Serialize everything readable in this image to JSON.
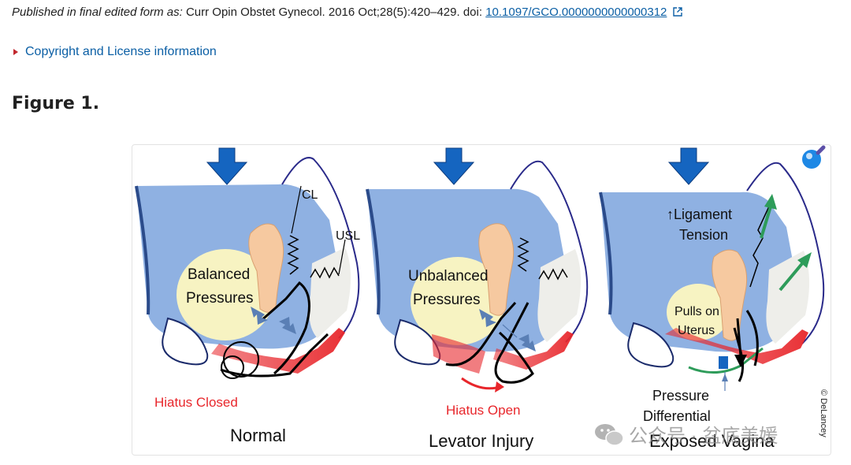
{
  "citation": {
    "prefix": "Published in final edited form as:",
    "source": "Curr Opin Obstet Gynecol. 2016 Oct;28(5):420–429. doi:",
    "doi": "10.1097/GCO.0000000000000312"
  },
  "license_link": "Copyright and License information",
  "figure_title": "Figure 1.",
  "figure": {
    "panels": [
      {
        "caption": "Normal",
        "center_label_1": "Balanced",
        "center_label_2": "Pressures",
        "status": "Hiatus Closed",
        "ligament_1": "CL",
        "ligament_2": "USL"
      },
      {
        "caption": "Levator Injury",
        "center_label_1": "Unbalanced",
        "center_label_2": "Pressures",
        "status": "Hiatus Open"
      },
      {
        "caption": "Exposed Vagina",
        "top_label_1": "↑Ligament",
        "top_label_2": "Tension",
        "center_label_1": "Pulls on",
        "center_label_2": "Uterus",
        "pressure_1": "Pressure",
        "pressure_2": "Differential"
      }
    ],
    "credit": "© DeLancey",
    "watermark": "公众号 · 盆底美媛",
    "colors": {
      "abdomen": "#8fb1e2",
      "arrow": "#1565c0",
      "uterus": "#f6c9a0",
      "pressure_zone": "#f7f3c2",
      "muscle": "#e8262b",
      "status_text": "#e8262b",
      "ligament_green": "#2e9c5a"
    }
  },
  "icons": {
    "external_link": "external-link-icon",
    "zoom": "magnifier-icon",
    "wechat": "wechat-icon"
  }
}
